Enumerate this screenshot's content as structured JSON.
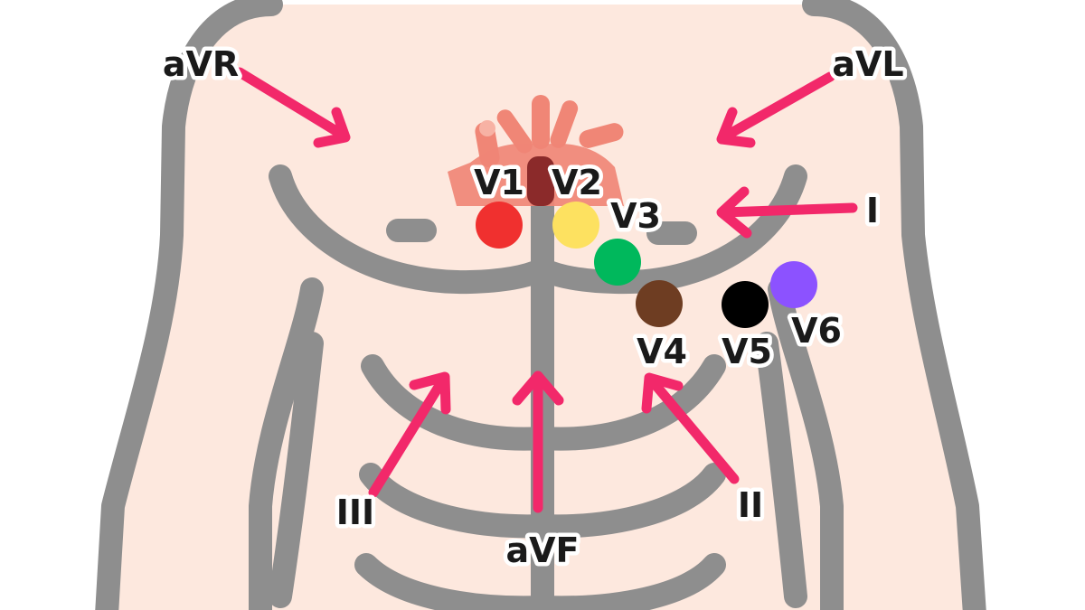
{
  "limb_leads": {
    "aVR": "aVR",
    "aVL": "aVL",
    "I": "I",
    "II": "II",
    "III": "III",
    "aVF": "aVF"
  },
  "precordial_leads": [
    {
      "label": "V1",
      "color": "#f0302f"
    },
    {
      "label": "V2",
      "color": "#fde160"
    },
    {
      "label": "V3",
      "color": "#00b85c"
    },
    {
      "label": "V4",
      "color": "#6e3d22"
    },
    {
      "label": "V5",
      "color": "#000000"
    },
    {
      "label": "V6",
      "color": "#8c52ff"
    }
  ],
  "colors": {
    "skin": "#fde8de",
    "outline": "#8e8e8e",
    "arrow": "#f2286a",
    "heart": "#f08676",
    "heart_dark": "#8b2a2a"
  },
  "icons": [
    "heart-icon"
  ]
}
